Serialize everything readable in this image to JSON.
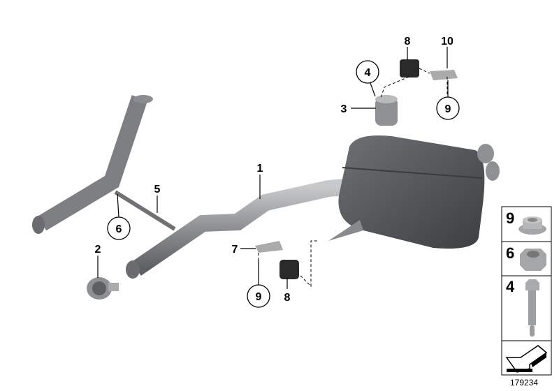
{
  "callouts": [
    {
      "label": "1",
      "circled": false
    },
    {
      "label": "2",
      "circled": false
    },
    {
      "label": "3",
      "circled": false
    },
    {
      "label": "4",
      "circled": true
    },
    {
      "label": "5",
      "circled": false
    },
    {
      "label": "6",
      "circled": true
    },
    {
      "label": "7",
      "circled": false
    },
    {
      "label": "8",
      "circled": false
    },
    {
      "label": "8",
      "circled": false
    },
    {
      "label": "9",
      "circled": true
    },
    {
      "label": "9",
      "circled": true
    },
    {
      "label": "10",
      "circled": false
    }
  ],
  "legend": [
    {
      "label": "9",
      "part": "flange-nut-icon"
    },
    {
      "label": "6",
      "part": "hex-nut-icon"
    },
    {
      "label": "4",
      "part": "bolt-icon"
    },
    {
      "label": "",
      "part": "direction-arrow-icon"
    }
  ],
  "diagram_number": "179234",
  "colors": {
    "part_gray": "#9a9c9e",
    "muffler": "#4e5154",
    "rubber": "#2a2a2a"
  }
}
